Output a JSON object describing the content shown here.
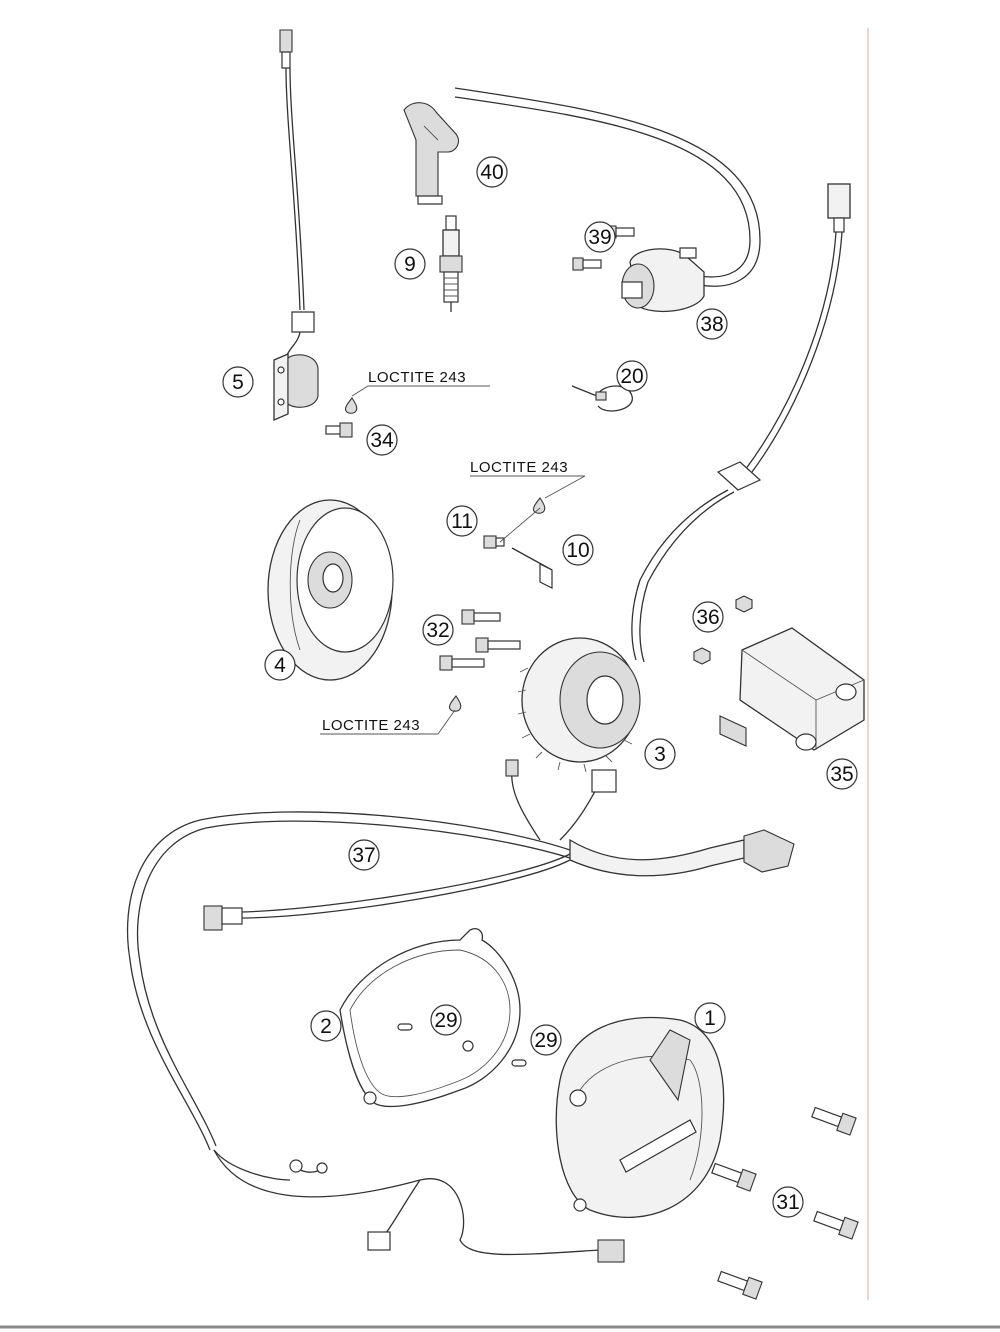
{
  "diagram": {
    "parts": [
      {
        "id": "p1",
        "number": "1"
      },
      {
        "id": "p2",
        "number": "2"
      },
      {
        "id": "p3",
        "number": "3"
      },
      {
        "id": "p4",
        "number": "4"
      },
      {
        "id": "p5",
        "number": "5"
      },
      {
        "id": "p9",
        "number": "9"
      },
      {
        "id": "p10",
        "number": "10"
      },
      {
        "id": "p11",
        "number": "11"
      },
      {
        "id": "p20",
        "number": "20"
      },
      {
        "id": "p29a",
        "number": "29"
      },
      {
        "id": "p29b",
        "number": "29"
      },
      {
        "id": "p31",
        "number": "31"
      },
      {
        "id": "p32",
        "number": "32"
      },
      {
        "id": "p34",
        "number": "34"
      },
      {
        "id": "p35",
        "number": "35"
      },
      {
        "id": "p36",
        "number": "36"
      },
      {
        "id": "p37",
        "number": "37"
      },
      {
        "id": "p38",
        "number": "38"
      },
      {
        "id": "p39",
        "number": "39"
      },
      {
        "id": "p40",
        "number": "40"
      }
    ],
    "callouts": [
      {
        "id": "loctite-a",
        "text": "LOCTITE 243"
      },
      {
        "id": "loctite-b",
        "text": "LOCTITE 243"
      },
      {
        "id": "loctite-c",
        "text": "LOCTITE 243"
      }
    ]
  }
}
